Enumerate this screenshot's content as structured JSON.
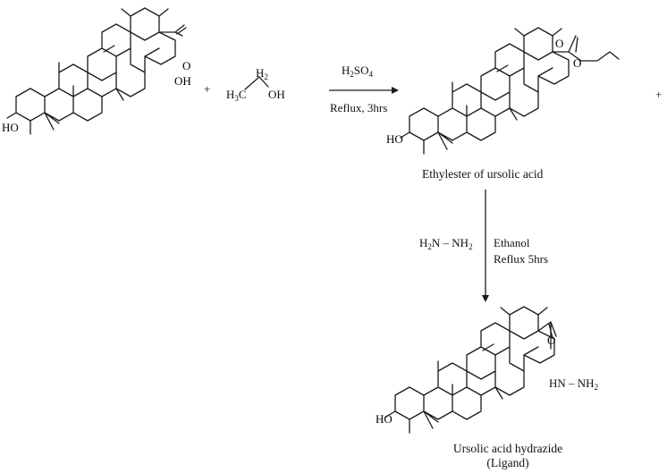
{
  "reaction_scheme": {
    "step1": {
      "reagent": {
        "atoms": [
          {
            "sym": "H",
            "sub": "2"
          },
          {
            "sym": "H",
            "sub": "3"
          }
        ],
        "carbon": "C",
        "hydroxyl": "OH"
      },
      "conditions": {
        "line1": {
          "base": "H",
          "sub1": "2",
          "mid": "SO",
          "sub2": "4"
        },
        "line2": "Reflux, 3hrs"
      },
      "plus": "+",
      "trailing_plus": "+"
    },
    "step2": {
      "reagent": {
        "left": "H",
        "left_sub": "2",
        "mid": "N – NH",
        "right_sub": "2"
      },
      "conditions": {
        "line1": "Ethanol",
        "line2": "Reflux 5hrs"
      }
    },
    "starting_material": {
      "acid_group": "OH",
      "carbonyl_o": "O",
      "hydroxyl": "HO"
    },
    "intermediate": {
      "ester_o1": "O",
      "ester_o2": "O",
      "hydroxyl": "HO",
      "caption": "Ethylester of ursolic acid"
    },
    "product": {
      "carbonyl_o": "O",
      "hydrazide": {
        "text": "HN – NH",
        "sub": "2"
      },
      "hydroxyl": "HO",
      "caption_line1": "Ursolic acid hydrazide",
      "caption_line2": "(Ligand)"
    }
  }
}
